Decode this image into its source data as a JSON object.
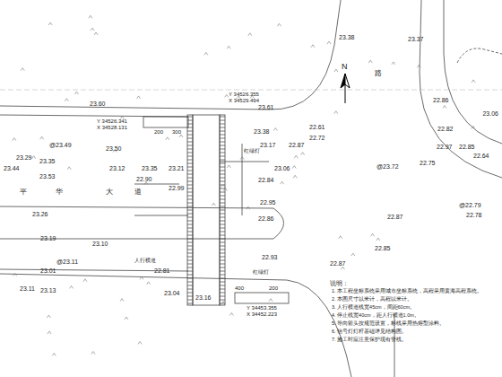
{
  "diagram": {
    "labels": [
      "23.60",
      "@23.49",
      "23.29",
      "23.35",
      "23.44",
      "23.53",
      "23.50",
      "23.12",
      "23.21",
      "23.35",
      "22.90",
      "22.99",
      "23.61",
      "23.38",
      "23.17",
      "22.87",
      "22.72",
      "22.61",
      "23.06",
      "22.84",
      "@23.72",
      "22.75",
      "22.95",
      "22.86",
      "22.87",
      "22.85",
      "@22.79",
      "22.78",
      "23.26",
      "23.10",
      "23.19",
      "@23.11",
      "22.93",
      "23.01",
      "23.11",
      "23.13",
      "22.81",
      "23.04",
      "23.16",
      "22.87",
      "23.38",
      "23.37",
      "22.97",
      "22.85",
      "22.82",
      "22.86",
      "23.06",
      "22.64",
      "平",
      "华",
      "大",
      "道",
      "路",
      "N",
      "Y 34526.341",
      "X 34528.131",
      "Y 34526.355",
      "X 34529.494",
      "Y 34453.355",
      "X 34452.223",
      "红绿灯",
      "红绿灯",
      "人行横道",
      "200",
      "300",
      "400",
      "200",
      "说明：",
      "1. 本工程坐标系统采用城市坐标系统，高程采用黄海高程系统。",
      "2. 本图尺寸以米计，高程以米计。",
      "3. 人行横道线宽45cm，间距60cm。",
      "4. 停止线宽40cm，距人行横道1.0m。",
      "5. 导向箭头按规范设置，标线采用热熔型涂料。",
      "6. 信号灯灯杆基础详见结构图。",
      "7. 施工时应注意保护现有管线。"
    ]
  }
}
